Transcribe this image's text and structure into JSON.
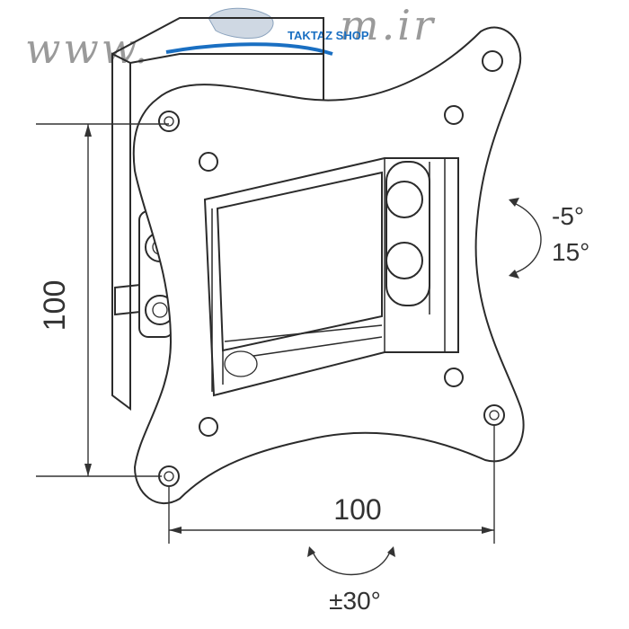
{
  "watermark": {
    "text_left": "www.",
    "text_right": "m.ir",
    "badge_text": "TAKTAZ SHOP"
  },
  "dimensions": {
    "vertical": {
      "value": "100"
    },
    "horizontal": {
      "value": "100"
    }
  },
  "rotation": {
    "tilt_up": "-5°",
    "tilt_down": "15°",
    "swivel": "±30°"
  },
  "colors": {
    "line": "#2b2b2b",
    "watermark_blue": "#1a6fc2",
    "watermark_gray": "#9a9a9a"
  }
}
